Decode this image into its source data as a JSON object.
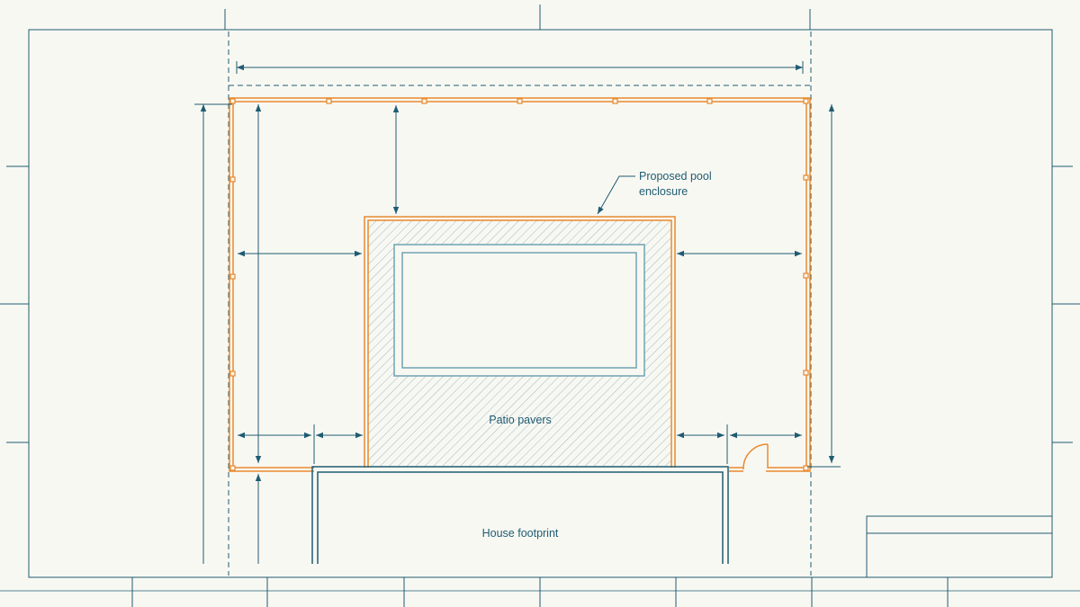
{
  "labels": {
    "enclosure_line1": "Proposed pool",
    "enclosure_line2": "enclosure",
    "patio": "Patio pavers",
    "house": "House footprint"
  },
  "colors": {
    "background": "#f8f8f2",
    "ink": "#1f5c73",
    "fence": "#e8892e",
    "pool": "#6fa3b3",
    "hatch": "#9fbac4"
  }
}
